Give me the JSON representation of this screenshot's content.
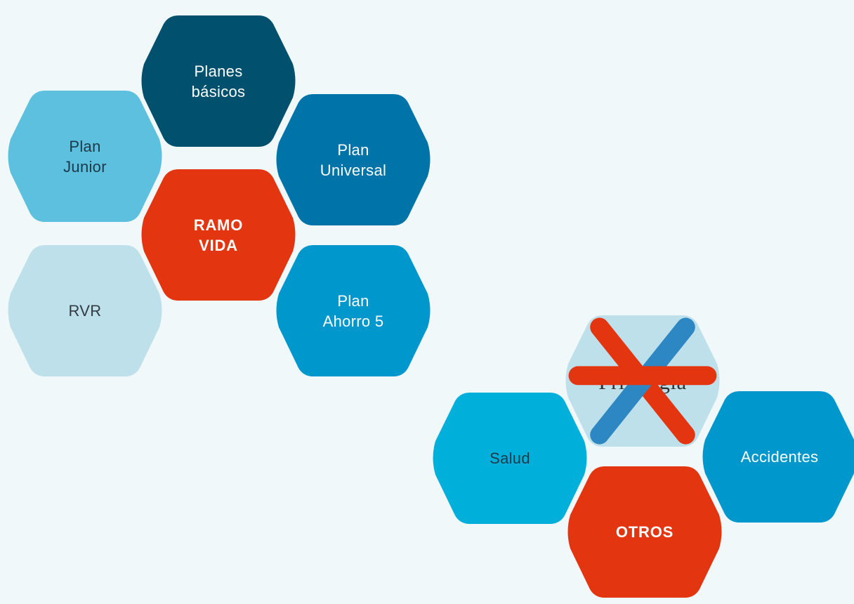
{
  "groups": [
    {
      "id": "vida",
      "hexes": [
        {
          "key": "planes-basicos",
          "label": "Planes\nbásicos",
          "fill": "#00506e",
          "text_color": "#ffffff",
          "bold": false
        },
        {
          "key": "plan-junior",
          "label": "Plan\nJunior",
          "fill": "#5dc0de",
          "text_color": "#1a3a4a",
          "bold": false
        },
        {
          "key": "plan-universal",
          "label": "Plan\nUniversal",
          "fill": "#0073a8",
          "text_color": "#ffffff",
          "bold": false
        },
        {
          "key": "ramo-vida",
          "label": "RAMO\nVIDA",
          "fill": "#e43511",
          "text_color": "#ffffff",
          "bold": true
        },
        {
          "key": "rvr",
          "label": "RVR",
          "fill": "#bee0ea",
          "text_color": "#333b40",
          "bold": false
        },
        {
          "key": "plan-ahorro-5",
          "label": "Plan\nAhorro 5",
          "fill": "#0098cc",
          "text_color": "#ffffff",
          "bold": false
        }
      ]
    },
    {
      "id": "otros",
      "hexes": [
        {
          "key": "privilegia",
          "label": "Privilegia",
          "fill": "#bee0ea",
          "text_color": "#333333",
          "bold": false,
          "logo": true
        },
        {
          "key": "salud",
          "label": "Salud",
          "fill": "#00b0da",
          "text_color": "#1a3a4a",
          "bold": false
        },
        {
          "key": "accidentes",
          "label": "Accidentes",
          "fill": "#0098cc",
          "text_color": "#ffffff",
          "bold": false
        },
        {
          "key": "otros",
          "label": "OTROS",
          "fill": "#e43511",
          "text_color": "#ffffff",
          "bold": true
        }
      ]
    }
  ],
  "logo_colors": {
    "red": "#e43511",
    "blue": "#2d87c2"
  }
}
